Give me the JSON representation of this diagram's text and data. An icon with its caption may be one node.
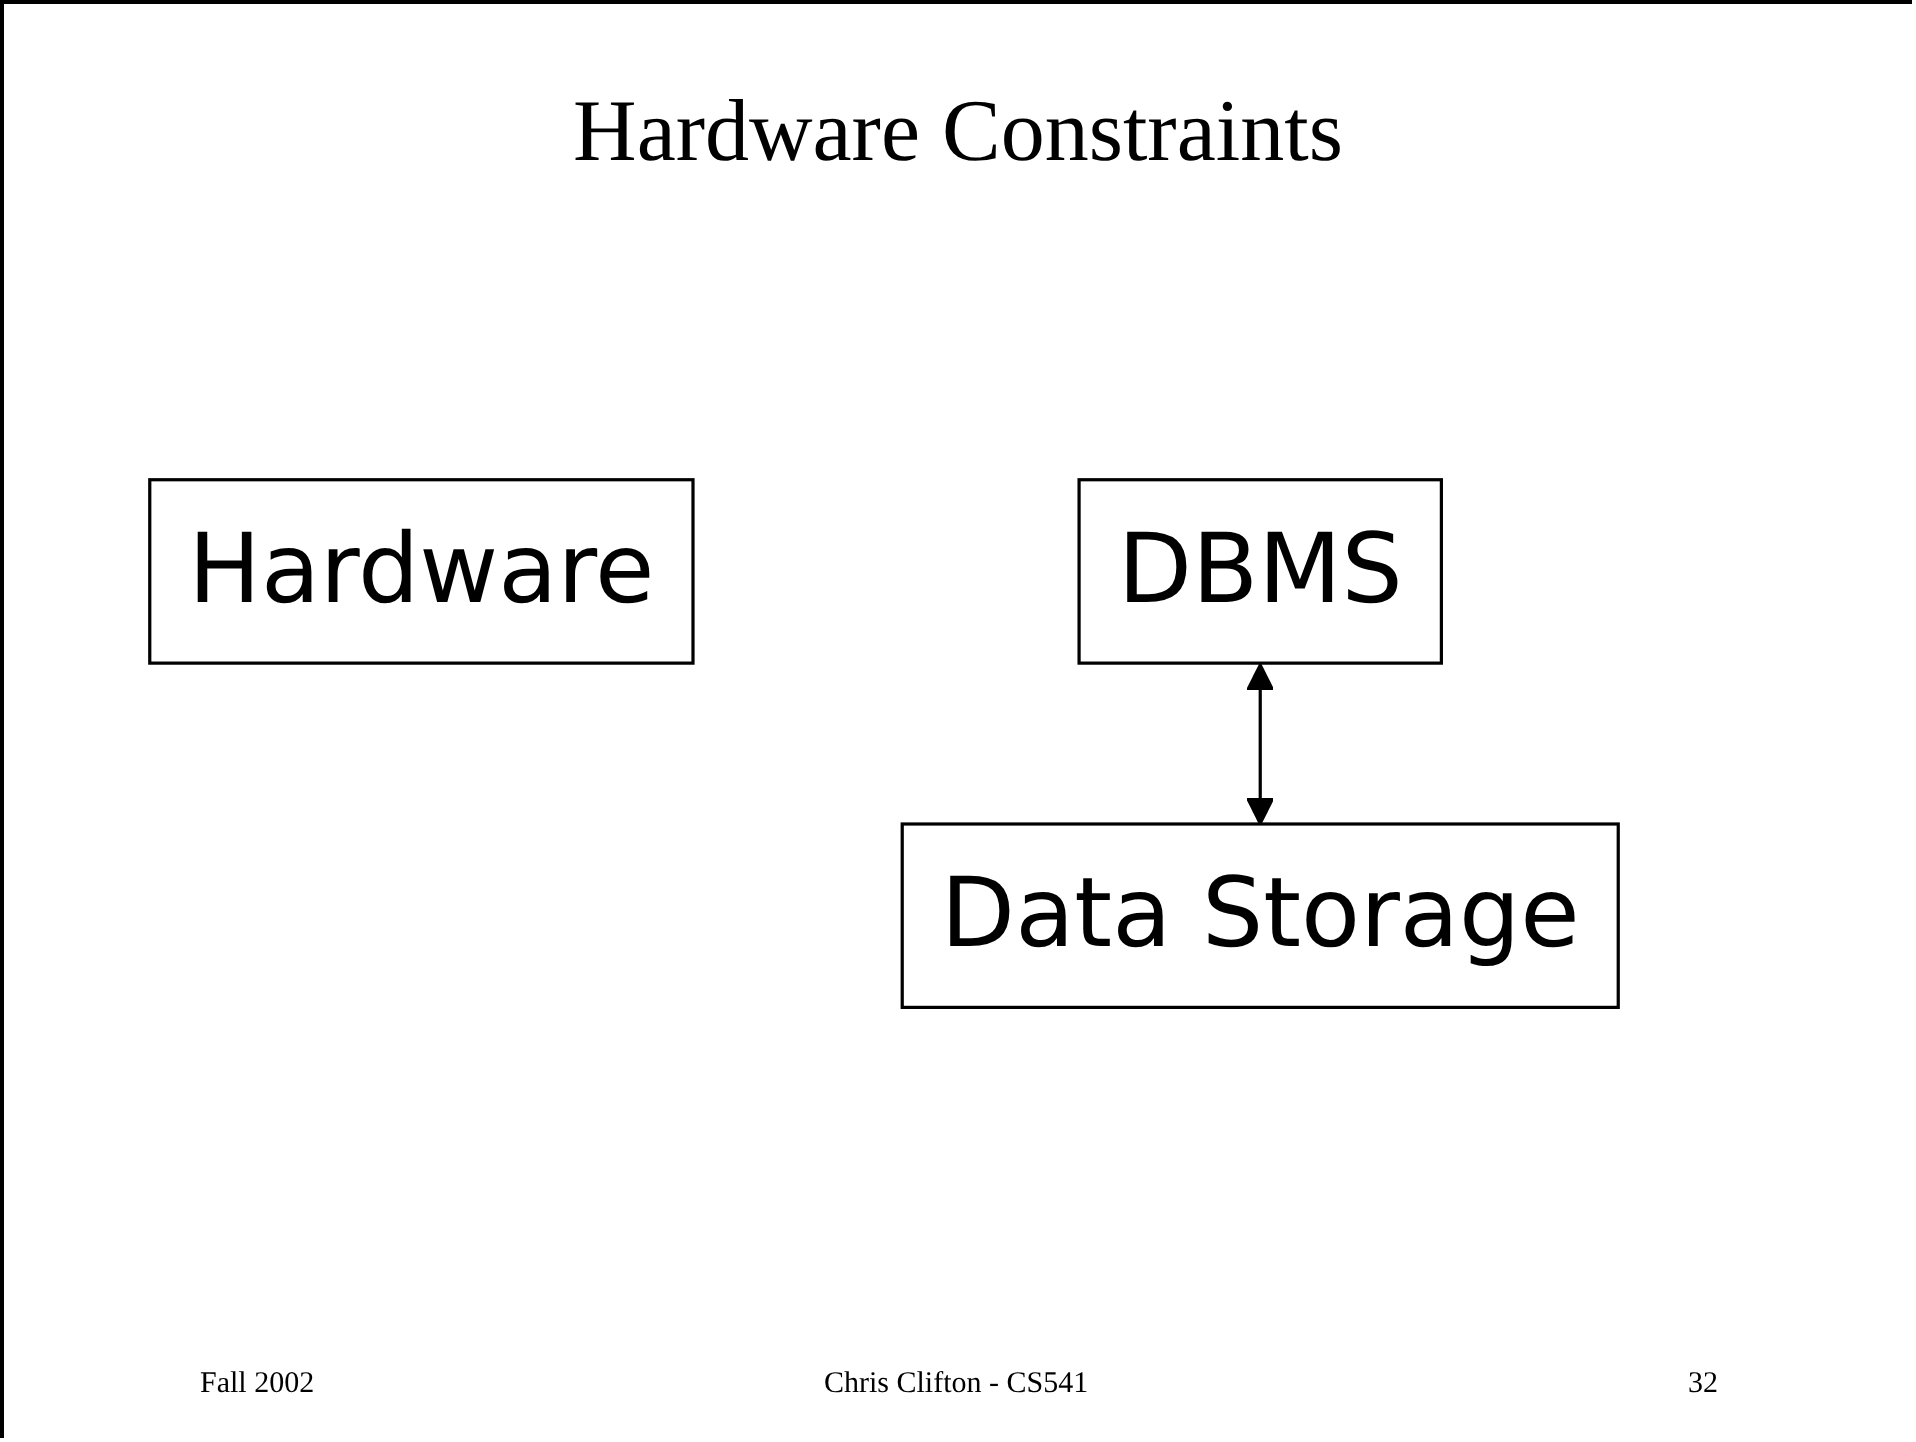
{
  "diagram": {
    "title": "Hardware Constraints",
    "nodes": [
      {
        "text": [
          "Hardware"
        ]
      },
      {
        "text": [
          "DBMS"
        ]
      },
      {
        "text": [
          "Data Storage"
        ]
      }
    ],
    "edges": [
      {
        "from": 1,
        "to": 2,
        "arrow": "both"
      }
    ],
    "labels": [
      "Fall 2002",
      "Chris Clifton - CS541",
      "32"
    ]
  }
}
